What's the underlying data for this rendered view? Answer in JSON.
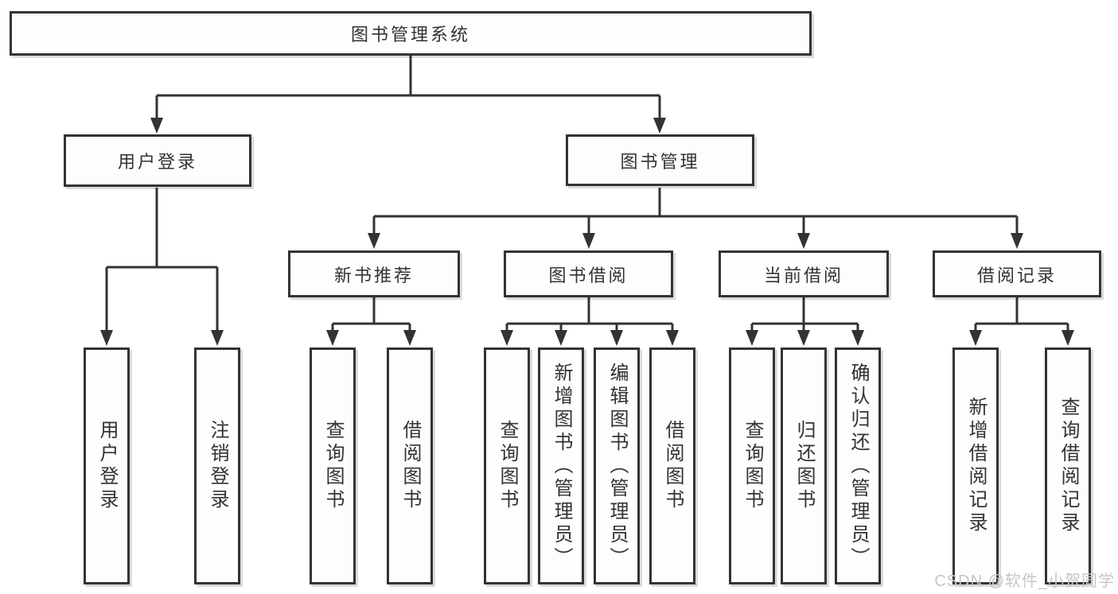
{
  "tree": {
    "label": "图书管理系统",
    "children": [
      {
        "label": "用户登录",
        "children": [
          {
            "label": "用户登录"
          },
          {
            "label": "注销登录"
          }
        ]
      },
      {
        "label": "图书管理",
        "children": [
          {
            "label": "新书推荐",
            "children": [
              {
                "label": "查询图书"
              },
              {
                "label": "借阅图书"
              }
            ]
          },
          {
            "label": "图书借阅",
            "children": [
              {
                "label": "查询图书"
              },
              {
                "label": "新增图书（管理员）"
              },
              {
                "label": "编辑图书（管理员）"
              },
              {
                "label": "借阅图书"
              }
            ]
          },
          {
            "label": "当前借阅",
            "children": [
              {
                "label": "查询图书"
              },
              {
                "label": "归还图书"
              },
              {
                "label": "确认归还（管理员）"
              }
            ]
          },
          {
            "label": "借阅记录",
            "children": [
              {
                "label": "新增借阅记录"
              },
              {
                "label": "查询借阅记录"
              }
            ]
          }
        ]
      }
    ]
  },
  "watermark": "CSDN @软件_小贺同学",
  "colors": {
    "line": "#333333",
    "box_border": "#333333",
    "text": "#333333",
    "background": "#ffffff",
    "watermark": "#c6c6c6"
  }
}
